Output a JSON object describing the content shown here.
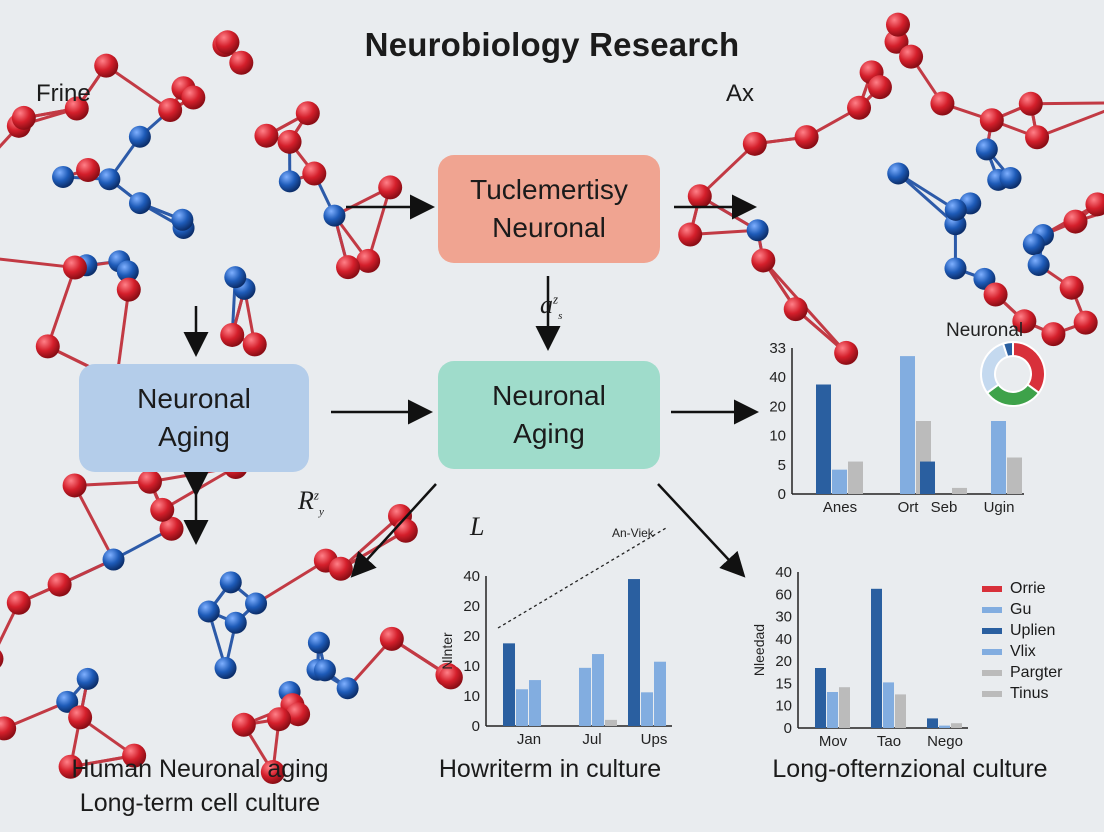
{
  "title": "Neurobiology Research",
  "corner_labels": {
    "left": "Frine",
    "right": "Ax"
  },
  "boxes": {
    "top": "Tuclemertisy\nNeuronal",
    "left": "Neuronal\nAging",
    "center": "Neuronal\nAging"
  },
  "math_labels": {
    "a": "a",
    "a_sup": "z",
    "a_sub": "s",
    "r": "R",
    "r_sup": "z",
    "r_sub": "y",
    "l": "L"
  },
  "captions": {
    "left": "Human Neuronal aging\nLong-term cell culture",
    "middle": "Howriterm in culture",
    "right": "Long-ofternzional culture"
  },
  "colors": {
    "dark_blue": "#2a5fa0",
    "light_blue": "#82ade0",
    "gray": "#bbbbbb",
    "red": "#d8303a",
    "green": "#3ea24a"
  },
  "chart_data": [
    {
      "type": "bar",
      "id": "top-right",
      "categories": [
        "Anes",
        "Ort",
        "Seb",
        "Ugin"
      ],
      "series": [
        {
          "values": [
            27,
            0,
            8,
            0
          ],
          "color": "#2a5fa0"
        },
        {
          "values": [
            6,
            34,
            0,
            18
          ],
          "color": "#82ade0"
        },
        {
          "values": [
            8,
            18,
            1.5,
            9
          ],
          "color": "#bbbbbb"
        }
      ],
      "ytick_labels": [
        "0",
        "5",
        "10",
        "20",
        "40",
        "33"
      ],
      "ylim": [
        0,
        36
      ],
      "inset_title": "Neuronal",
      "donut": [
        {
          "value": 35,
          "color": "#d8303a"
        },
        {
          "value": 30,
          "color": "#3ea24a"
        },
        {
          "value": 30,
          "color": "#c4d9ef"
        },
        {
          "value": 5,
          "color": "#2a5fa0"
        }
      ]
    },
    {
      "type": "bar",
      "id": "bottom-middle",
      "categories": [
        "Jan",
        "Jul",
        "Ups"
      ],
      "series": [
        {
          "values": [
            27,
            0,
            48
          ],
          "color": "#2a5fa0"
        },
        {
          "values": [
            12,
            19,
            11
          ],
          "color": "#82ade0"
        },
        {
          "values": [
            15,
            23.5,
            21
          ],
          "color": "#82ade0"
        },
        {
          "values": [
            0,
            2,
            0
          ],
          "color": "#bbbbbb"
        }
      ],
      "ytick_labels": [
        "0",
        "10",
        "10",
        "20",
        "20",
        "40"
      ],
      "ylim": [
        0,
        49
      ],
      "ylabel": "Nlnter",
      "annotation": "An-Viek"
    },
    {
      "type": "bar",
      "id": "bottom-right",
      "categories": [
        "Mov",
        "Tao",
        "Nego"
      ],
      "series": [
        {
          "values": [
            25,
            58,
            4
          ],
          "color": "#2a5fa0"
        },
        {
          "values": [
            15,
            19,
            1
          ],
          "color": "#82ade0"
        },
        {
          "values": [
            17,
            14,
            2
          ],
          "color": "#bbbbbb"
        }
      ],
      "ytick_labels": [
        "0",
        "10",
        "15",
        "20",
        "40",
        "30",
        "60",
        "40"
      ],
      "ylim": [
        0,
        65
      ],
      "ylabel": "Nleedad",
      "legend": [
        {
          "label": "Orrie",
          "color": "#d8303a"
        },
        {
          "label": "Gu",
          "color": "#82ade0"
        },
        {
          "label": "Uplien",
          "color": "#2a5fa0"
        },
        {
          "label": "Vlix",
          "color": "#82ade0"
        },
        {
          "label": "Pargter",
          "color": "#bbbbbb"
        },
        {
          "label": "Tinus",
          "color": "#bbbbbb"
        }
      ]
    }
  ]
}
